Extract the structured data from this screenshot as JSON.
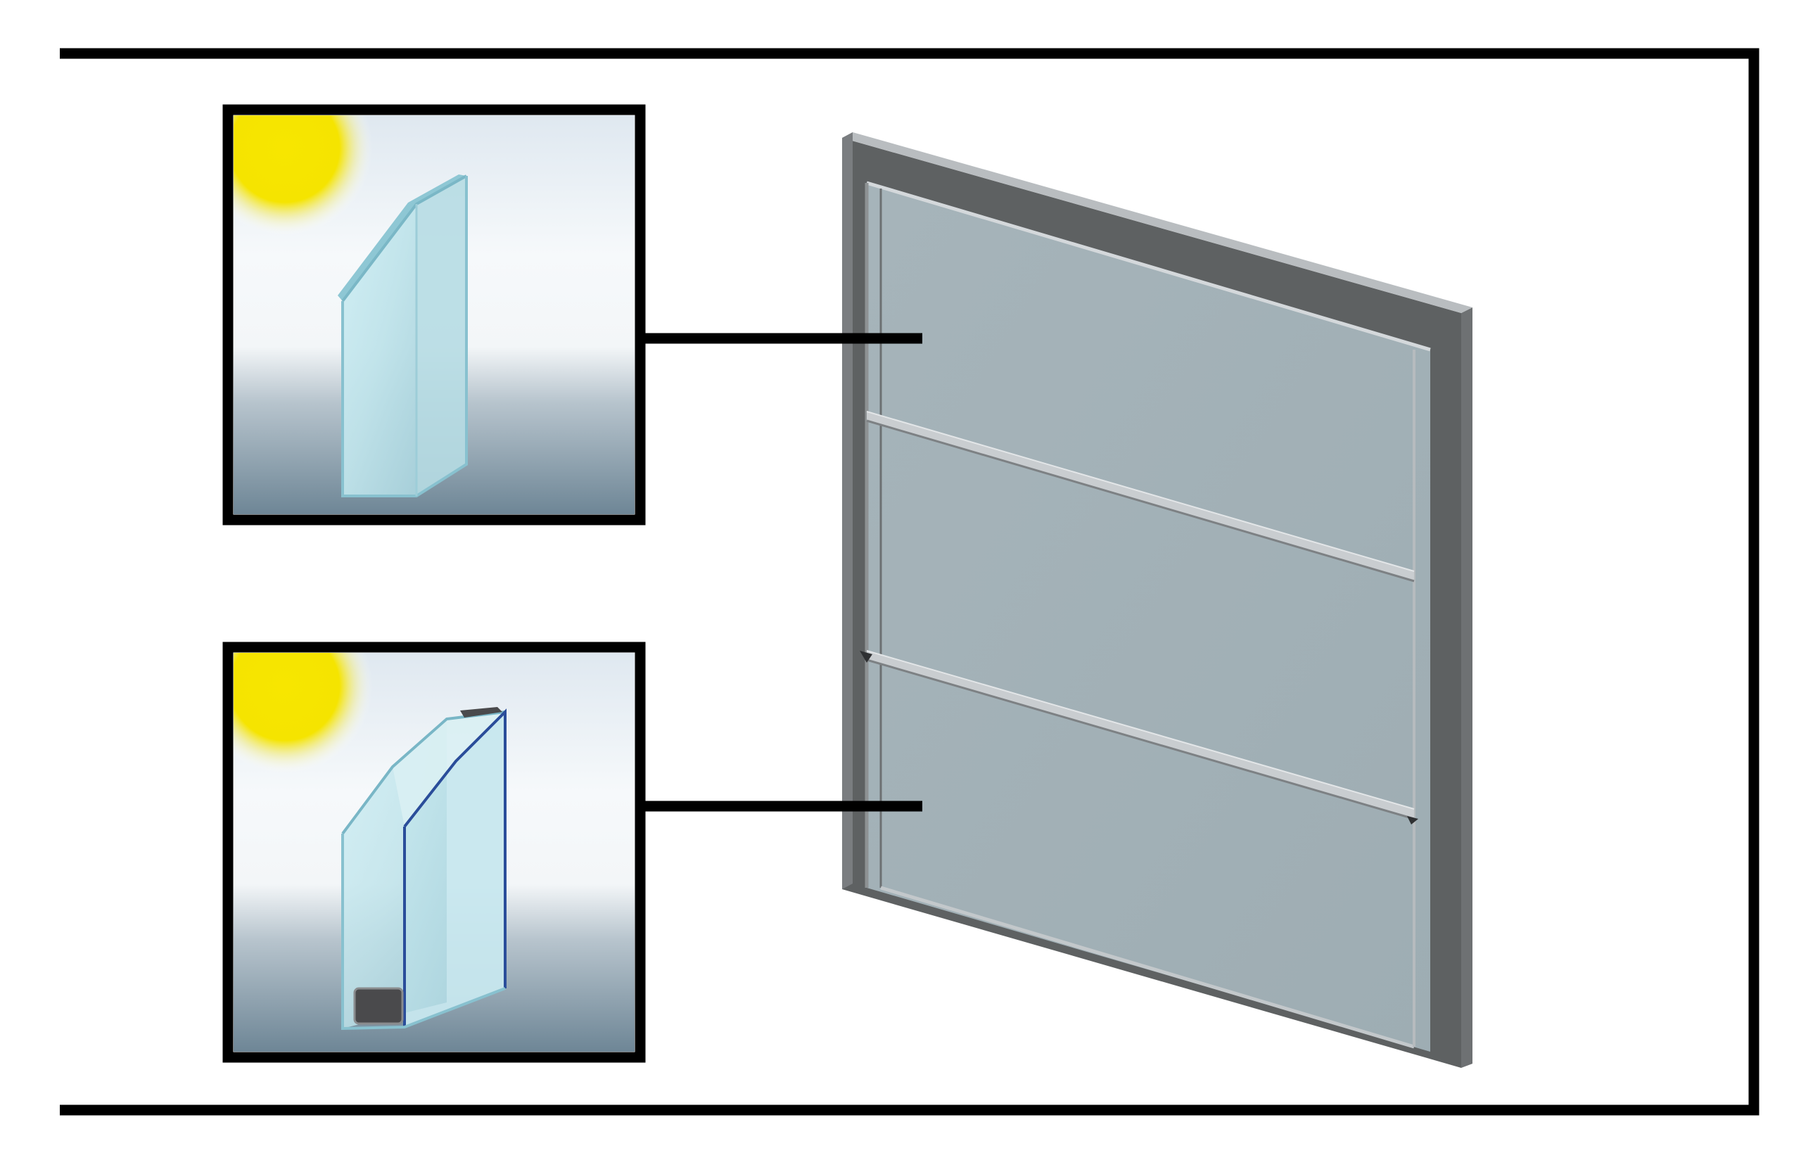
{
  "diagram": {
    "type": "glazing-comparison",
    "panels": [
      {
        "id": "single-glazing",
        "icon": "single-glass-pane-icon",
        "points_to": "upper-glass-section"
      },
      {
        "id": "double-glazing",
        "icon": "double-glass-unit-icon",
        "points_to": "lower-glass-section"
      }
    ],
    "main_object": "glazed-window-frame",
    "glass_sections": 3,
    "colors": {
      "border": "#000000",
      "frame_face": "#5e6162",
      "frame_side": "#6b6e70",
      "frame_top": "#b8bcbf",
      "glass": "#a2b1b7",
      "transom": "#c9cdd0",
      "sun": "#f5e400",
      "sky_top": "#dbe6ef",
      "sky_mid": "#f7fafc",
      "sky_bottom": "#6f8797",
      "pane": "#bfe3ea",
      "pane_edge": "#79b6c6",
      "spacer": "#4a4a4c"
    }
  }
}
